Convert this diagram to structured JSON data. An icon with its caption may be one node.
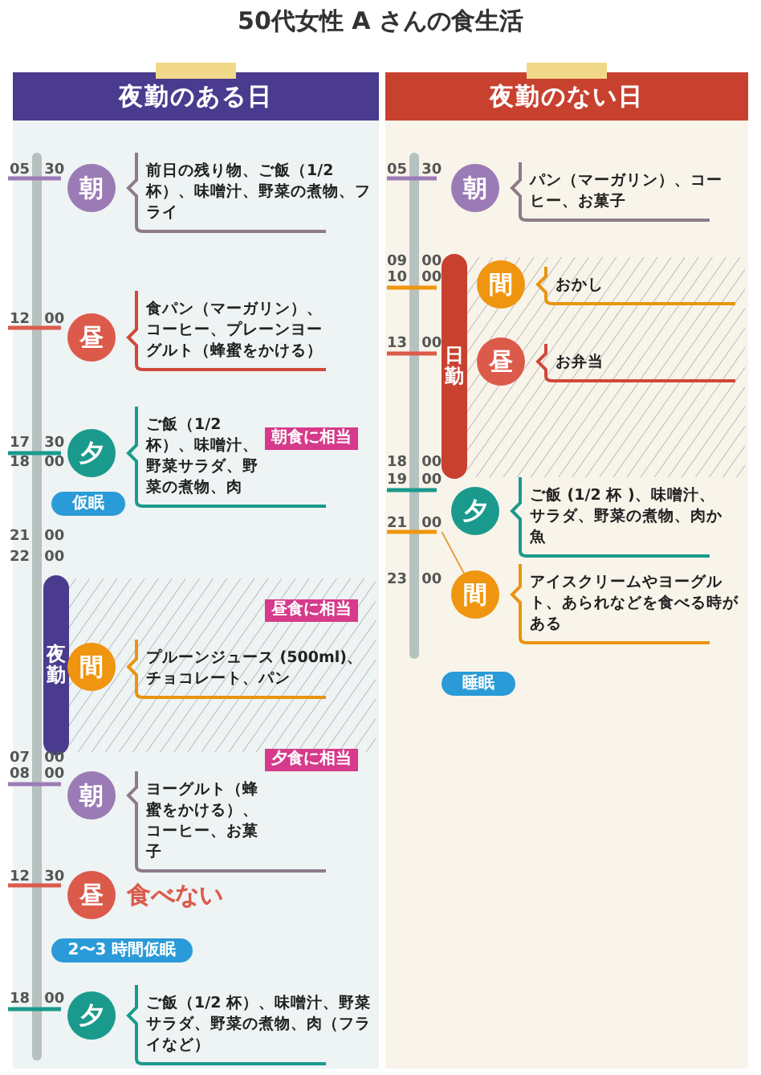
{
  "diagram": {
    "title": "50代女性 A さんの食生活",
    "nodes": [
      {
        "text": [
          "夜勤のある日"
        ]
      },
      {
        "text": [
          "朝"
        ],
        "in": 0,
        "beside": [
          "前日の残り物、ご飯（1/2 杯）、味噌汁、野菜の煮物、フライ"
        ]
      },
      {
        "text": [
          "昼"
        ],
        "in": 0,
        "beside": [
          "食パン（マーガリン）、コーヒー、プレーンヨーグルト（蜂蜜をかける）"
        ]
      },
      {
        "text": [
          "夕"
        ],
        "in": 0,
        "beside": [
          "ご飯（1/2 杯）、味噌汁、野菜サラダ、野菜の煮物、肉"
        ]
      },
      {
        "text": [
          "仮眠"
        ],
        "in": 0
      },
      {
        "text": [
          "夜勤"
        ],
        "in": 0
      },
      {
        "text": [
          "間"
        ],
        "in": 0,
        "beside": [
          "プルーンジュース (500ml)、チョコレート、パン"
        ]
      },
      {
        "text": [
          "朝"
        ],
        "in": 0,
        "beside": [
          "ヨーグルト（蜂蜜をかける）、コーヒー、お菓子"
        ]
      },
      {
        "text": [
          "昼"
        ],
        "in": 0,
        "beside": [
          "食べない"
        ]
      },
      {
        "text": [
          "2〜3 時間仮眠"
        ],
        "in": 0
      },
      {
        "text": [
          "夕"
        ],
        "in": 0,
        "beside": [
          "ご飯（1/2 杯）、味噌汁、野菜サラダ、野菜の煮物、肉（フライなど）"
        ]
      },
      {
        "text": [
          "夜勤のない日"
        ]
      },
      {
        "text": [
          "朝"
        ],
        "in": 11,
        "beside": [
          "パン（マーガリン）、コーヒー、お菓子"
        ]
      },
      {
        "text": [
          "日勤"
        ],
        "in": 11
      },
      {
        "text": [
          "間"
        ],
        "in": 11,
        "beside": [
          "おかし"
        ]
      },
      {
        "text": [
          "昼"
        ],
        "in": 11,
        "beside": [
          "お弁当"
        ]
      },
      {
        "text": [
          "夕"
        ],
        "in": 11,
        "beside": [
          "ご飯 (1/2 杯 )、味噌汁、サラダ、野菜の煮物、肉か魚"
        ]
      },
      {
        "text": [
          "間"
        ],
        "in": 11,
        "beside": [
          "アイスクリームやヨーグルト、あられなどを食べる時がある"
        ]
      },
      {
        "text": [
          "睡眠"
        ],
        "in": 11
      },
      {
        "text": [
          "21 00"
        ],
        "in": 11
      }
    ],
    "edges": [
      {
        "from": 19,
        "to": 17,
        "arrow": "none"
      }
    ],
    "labels": [
      "05 30",
      "12 00",
      "17 30",
      "18 00",
      "朝食に相当",
      "21 00",
      "22 00",
      "昼食に相当",
      "07 00",
      "08 00",
      "夕食に相当",
      "12 30",
      "18 00",
      "05 30",
      "09 00",
      "10 00",
      "13 00",
      "18 00",
      "19 00",
      "23 00"
    ]
  }
}
